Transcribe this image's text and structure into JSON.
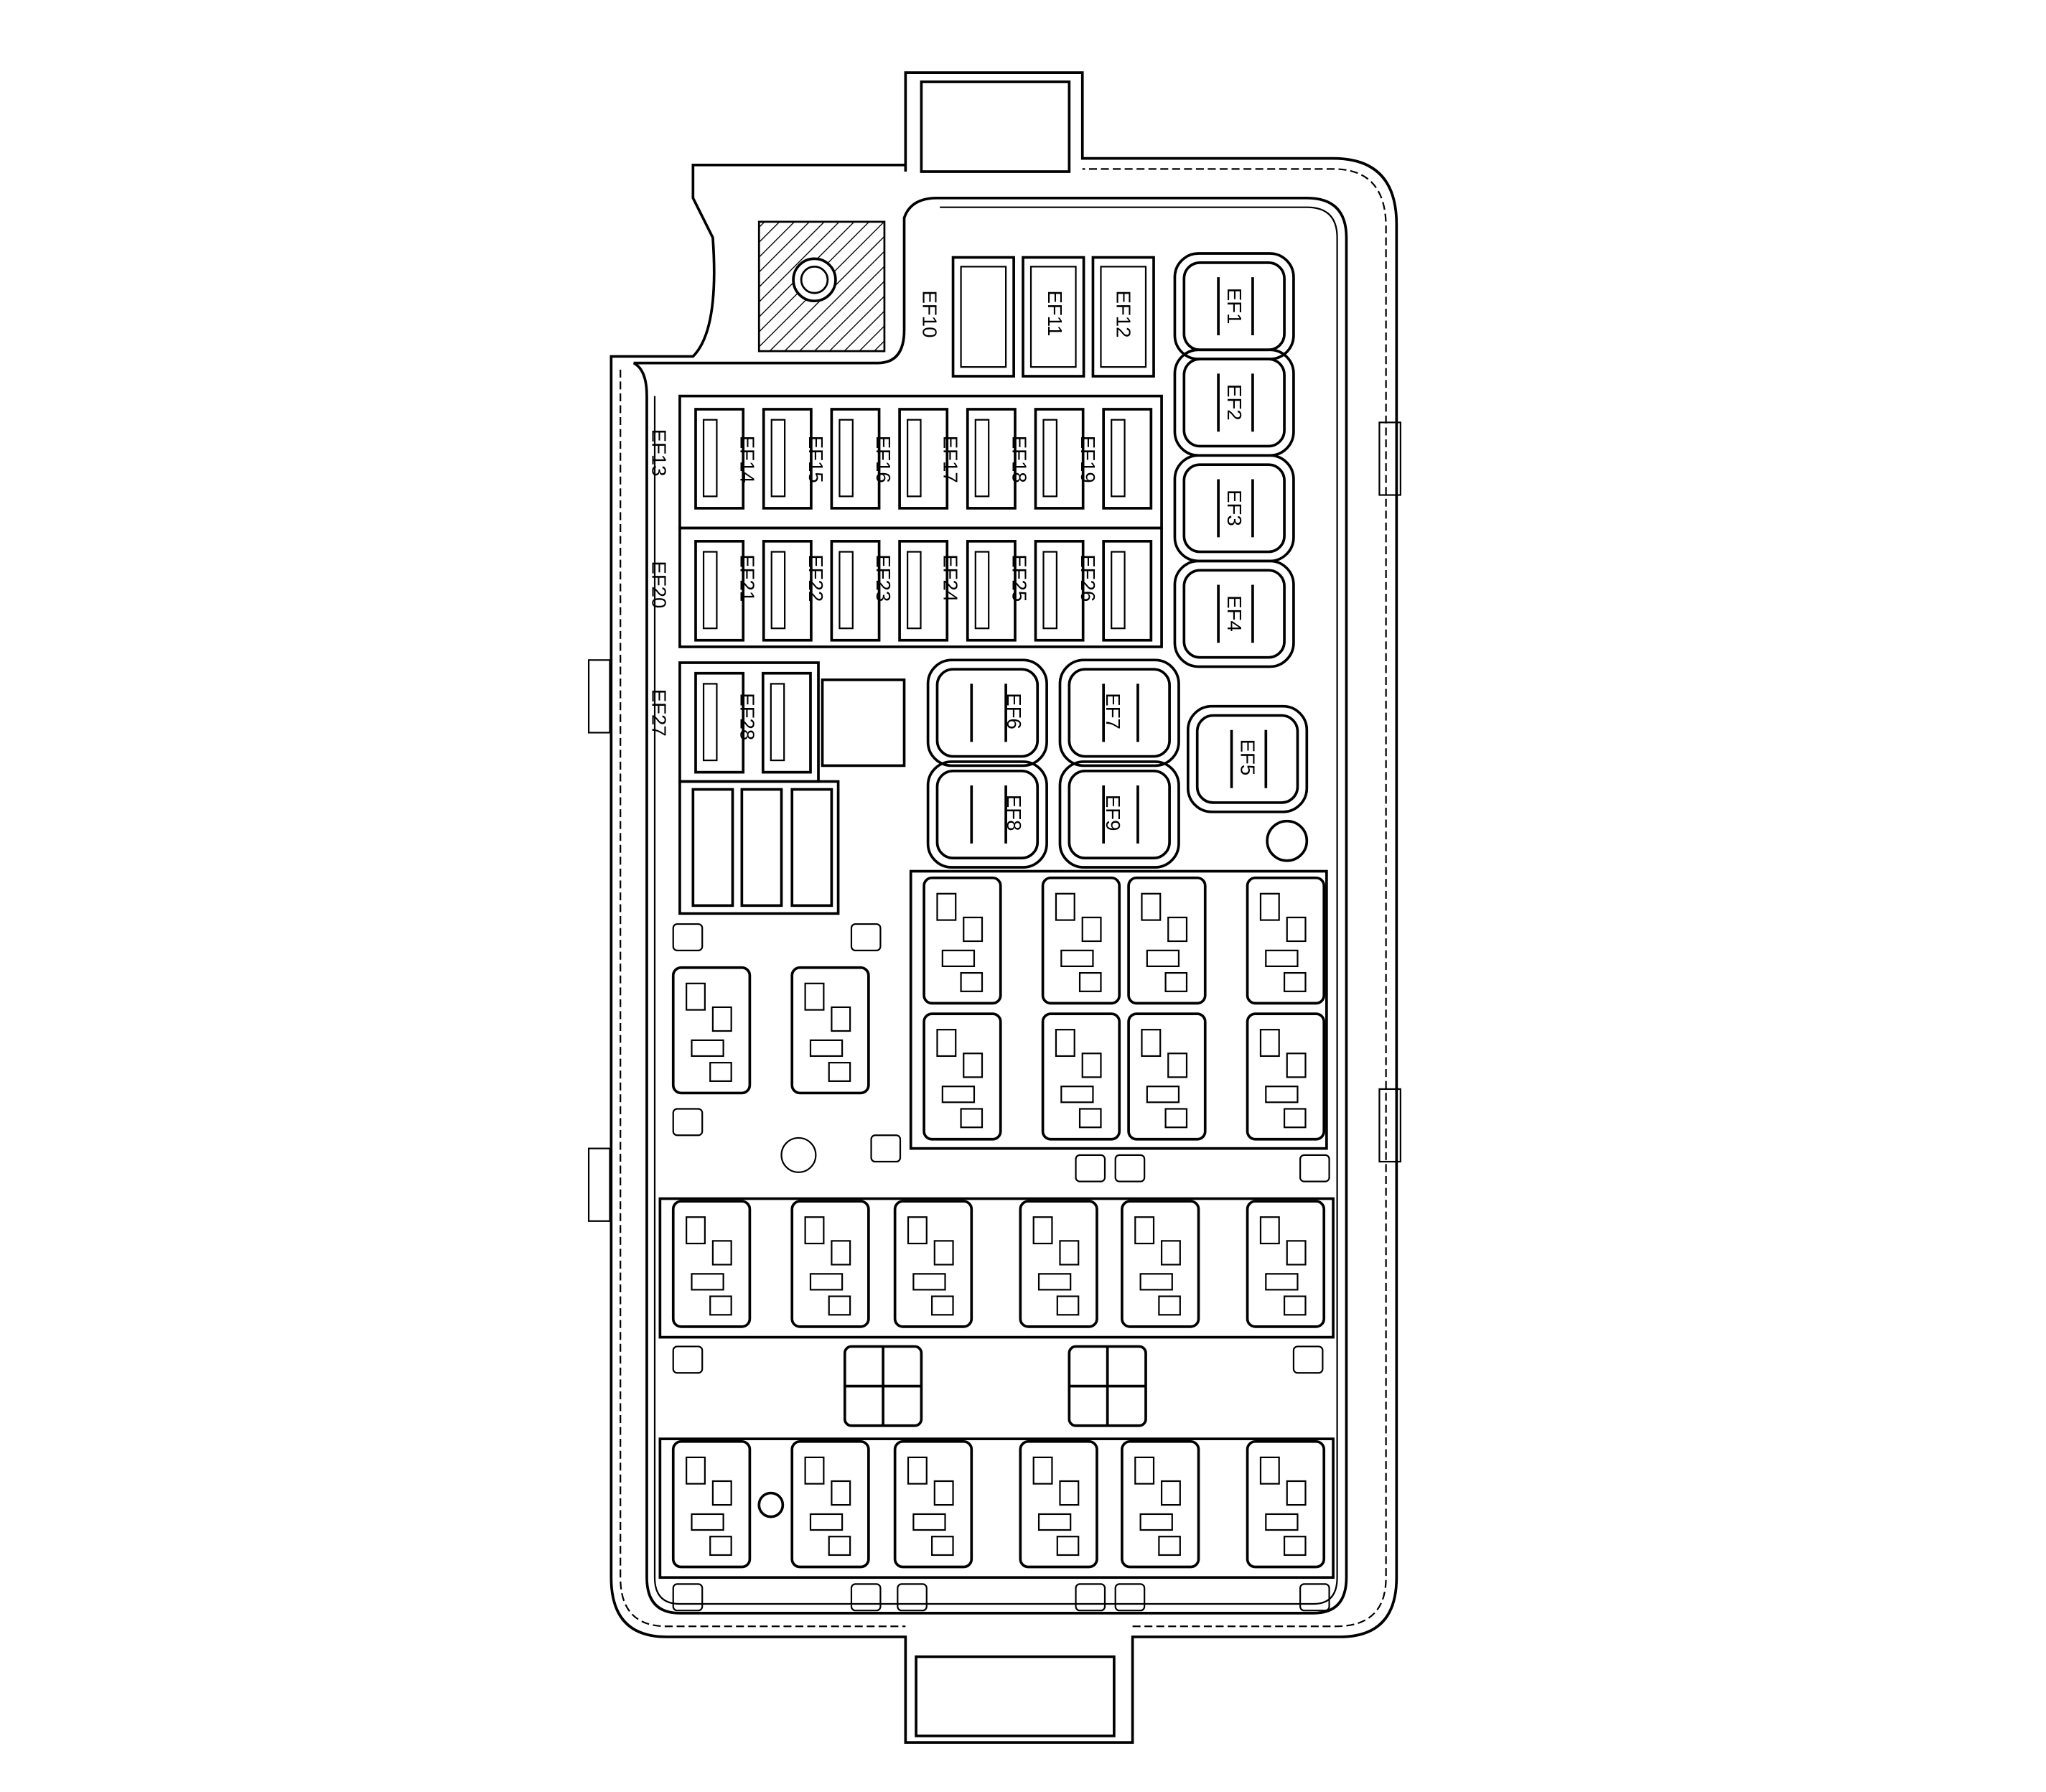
{
  "diagram": {
    "type": "fuse-relay-box-layout",
    "line_color": "#000000",
    "background": "#ffffff",
    "labels": {
      "ef1": "EF1",
      "ef2": "EF2",
      "ef3": "EF3",
      "ef4": "EF4",
      "ef5": "EF5",
      "ef6": "EF6",
      "ef7": "EF7",
      "ef8": "EF8",
      "ef9": "EF9",
      "ef10": "EF10",
      "ef11": "EF11",
      "ef12": "EF12",
      "ef13": "EF13",
      "ef14": "EF14",
      "ef15": "EF15",
      "ef16": "EF16",
      "ef17": "EF17",
      "ef18": "EF18",
      "ef19": "EF19",
      "ef20": "EF20",
      "ef21": "EF21",
      "ef22": "EF22",
      "ef23": "EF23",
      "ef24": "EF24",
      "ef25": "EF25",
      "ef26": "EF26",
      "ef27": "EF27",
      "ef28": "EF28"
    }
  }
}
